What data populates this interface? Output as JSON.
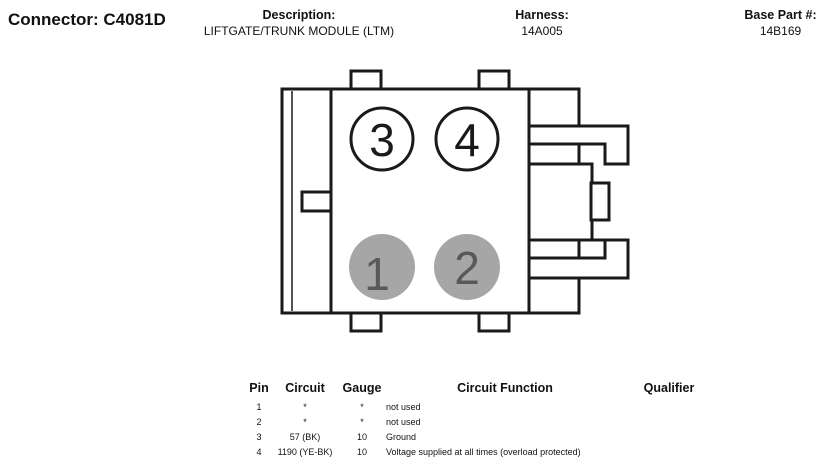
{
  "header": {
    "connector_label": "Connector: C4081D",
    "description_label": "Description:",
    "description_value": "LIFTGATE/TRUNK MODULE (LTM)",
    "harness_label": "Harness:",
    "harness_value": "14A005",
    "base_part_label": "Base Part #:",
    "base_part_value": "14B169"
  },
  "connector": {
    "pins": [
      {
        "number": "3",
        "state": "used"
      },
      {
        "number": "4",
        "state": "used"
      },
      {
        "number": "1",
        "state": "not used"
      },
      {
        "number": "2",
        "state": "not used"
      }
    ],
    "colors": {
      "outline": "#1a1a1a",
      "unused_fill": "#a6a6a6",
      "unused_text": "#595959"
    }
  },
  "pin_table": {
    "headers": [
      "Pin",
      "Circuit",
      "Gauge",
      "Circuit Function",
      "Qualifier"
    ],
    "rows": [
      {
        "pin": "1",
        "circuit": "*",
        "gauge": "*",
        "function": "not used",
        "qualifier": ""
      },
      {
        "pin": "2",
        "circuit": "*",
        "gauge": "*",
        "function": "not used",
        "qualifier": ""
      },
      {
        "pin": "3",
        "circuit": "57 (BK)",
        "gauge": "10",
        "function": "Ground",
        "qualifier": ""
      },
      {
        "pin": "4",
        "circuit": "1190 (YE-BK)",
        "gauge": "10",
        "function": "Voltage supplied at all times (overload protected)",
        "qualifier": ""
      }
    ]
  }
}
